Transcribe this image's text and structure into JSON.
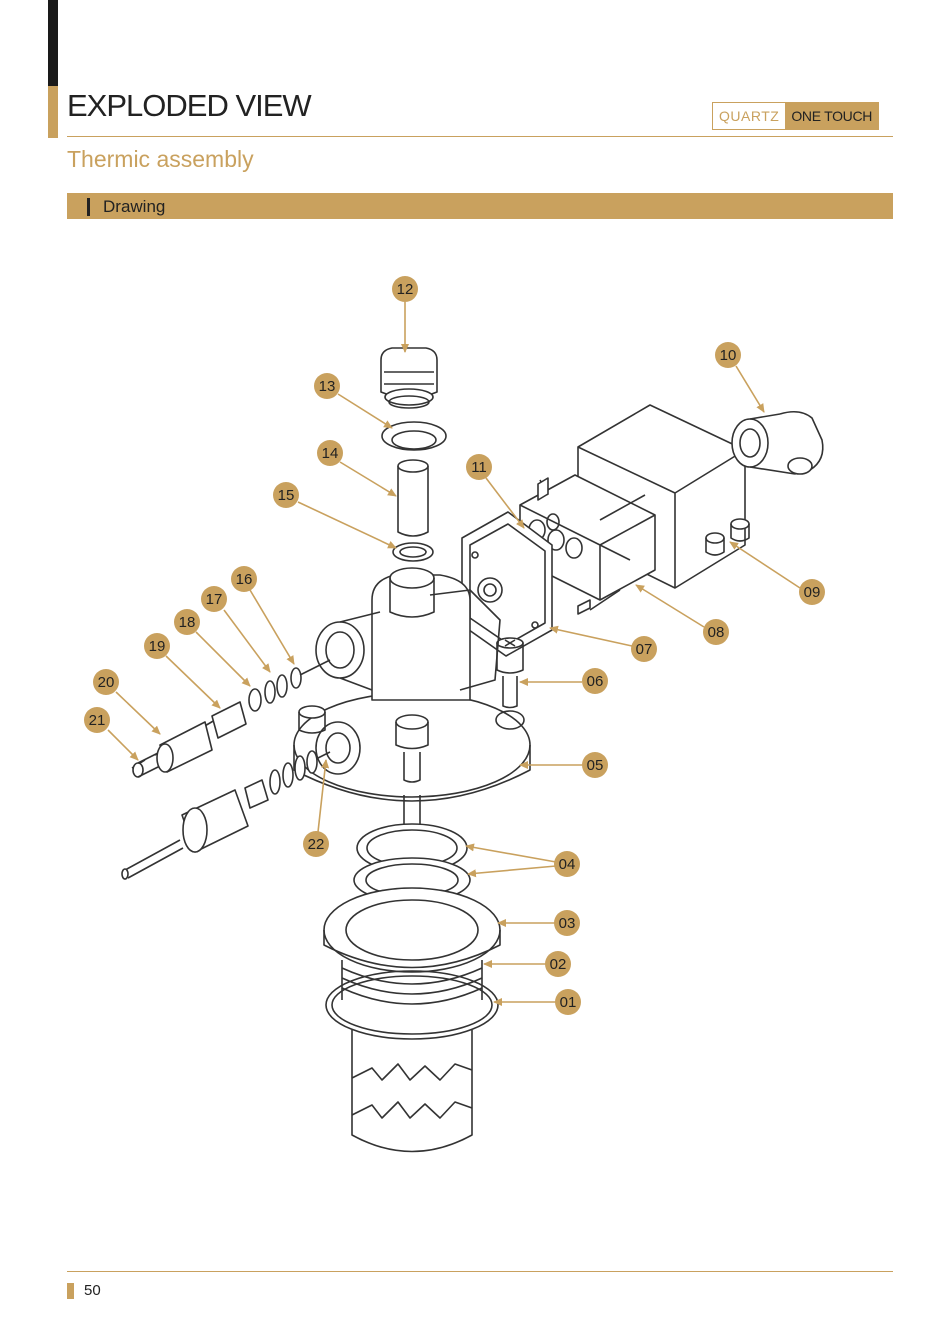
{
  "header": {
    "title": "EXPLODED VIEW",
    "brand_left": "QUARTZ",
    "brand_right": "ONE TOUCH"
  },
  "section": {
    "title": "Thermic assembly",
    "band_label": "Drawing"
  },
  "callouts": {
    "c01": "01",
    "c02": "02",
    "c03": "03",
    "c04": "04",
    "c05": "05",
    "c06": "06",
    "c07": "07",
    "c08": "08",
    "c09": "09",
    "c10": "10",
    "c11": "11",
    "c12": "12",
    "c13": "13",
    "c14": "14",
    "c15": "15",
    "c16": "16",
    "c17": "17",
    "c18": "18",
    "c19": "19",
    "c20": "20",
    "c21": "21",
    "c22": "22"
  },
  "footer": {
    "page_number": "50"
  },
  "colors": {
    "accent": "#c9a15e",
    "ink": "#222222"
  }
}
